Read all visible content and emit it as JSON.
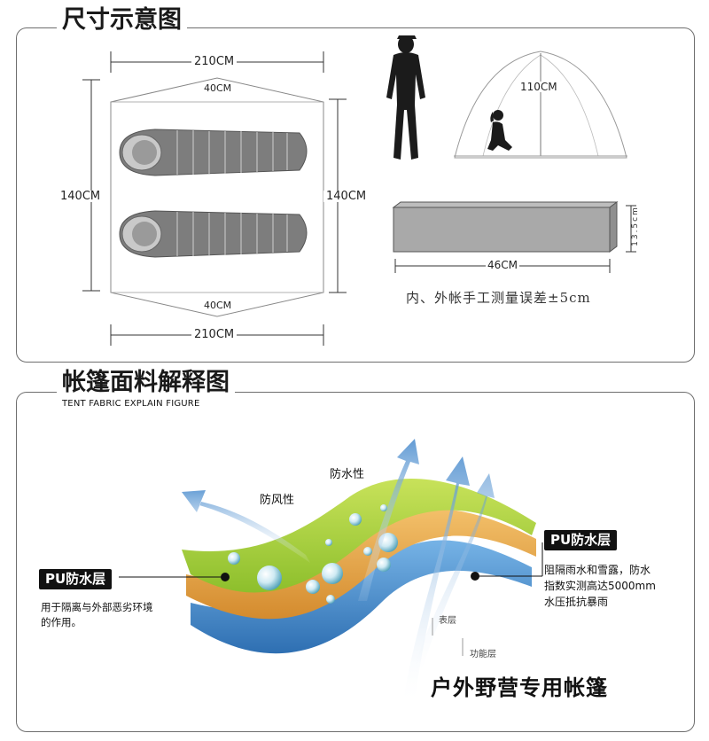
{
  "size_section": {
    "title": "尺寸示意图",
    "width_top": "210CM",
    "width_bottom": "210CM",
    "vestibule_top": "40CM",
    "vestibule_bottom": "40CM",
    "height_left": "140CM",
    "height_right": "140CM",
    "tent_height": "110CM",
    "packed_length": "46CM",
    "packed_diameter": "13.5cm",
    "tolerance_note": "内、外帐手工测量误差±5cm"
  },
  "fabric_section": {
    "title": "帐篷面料解释图",
    "subtitle": "TENT FABRIC EXPLAIN FIGURE",
    "arrow_windproof": "防风性",
    "arrow_waterproof": "防水性",
    "left_tag": "PU防水层",
    "left_desc_line1": "用于隔离与外部恶劣环境",
    "left_desc_line2": "的作用。",
    "right_tag": "PU防水层",
    "right_desc_line1": "阻隔雨水和雪露，防水",
    "right_desc_line2": "指数实测高达5000mm",
    "right_desc_line3": "水压抵抗暴雨",
    "layer_surface": "表层",
    "layer_function": "功能层",
    "slogan": "户外野营专用帐篷"
  },
  "colors": {
    "green_layer": "#9acd32",
    "orange_layer": "#e8a54a",
    "blue_layer": "#3f86c8",
    "arrow_blue": "#4f8fcf",
    "tent_gray": "#777777"
  }
}
